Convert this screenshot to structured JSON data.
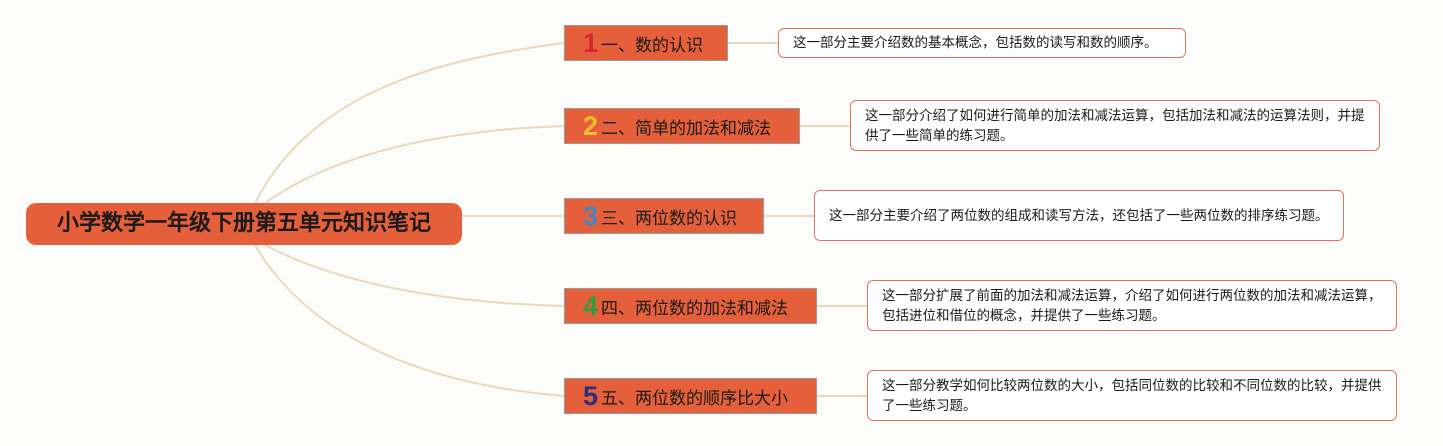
{
  "root": {
    "title": "小学数学一年级下册第五单元知识笔记"
  },
  "topics": [
    {
      "num": "1",
      "num_color": "#d9262c",
      "label": "一、数的认识",
      "note": "这一部分主要介绍数的基本概念，包括数的读写和数的顺序。"
    },
    {
      "num": "2",
      "num_color": "#f2bc30",
      "label": "二、简单的加法和减法",
      "note": "这一部分介绍了如何进行简单的加法和减法运算，包括加法和减法的运算法则，并提供了一些简单的练习题。"
    },
    {
      "num": "3",
      "num_color": "#3d87c8",
      "label": "三、两位数的认识",
      "note": "这一部分主要介绍了两位数的组成和读写方法，还包括了一些两位数的排序练习题。"
    },
    {
      "num": "4",
      "num_color": "#2e9e3c",
      "label": "四、两位数的加法和减法",
      "note": "这一部分扩展了前面的加法和减法运算，介绍了如何进行两位数的加法和减法运算，包括进位和借位的概念，并提供了一些练习题。"
    },
    {
      "num": "5",
      "num_color": "#2c2f7a",
      "label": "五、两位数的顺序比大小",
      "note": "这一部分教学如何比较两位数的大小，包括同位数的比较和不同位数的比较，并提供了一些练习题。"
    }
  ],
  "colors": {
    "topic_fill": "#e5603a",
    "connector": "#e8d9bf",
    "note_border": "#e3735a"
  }
}
